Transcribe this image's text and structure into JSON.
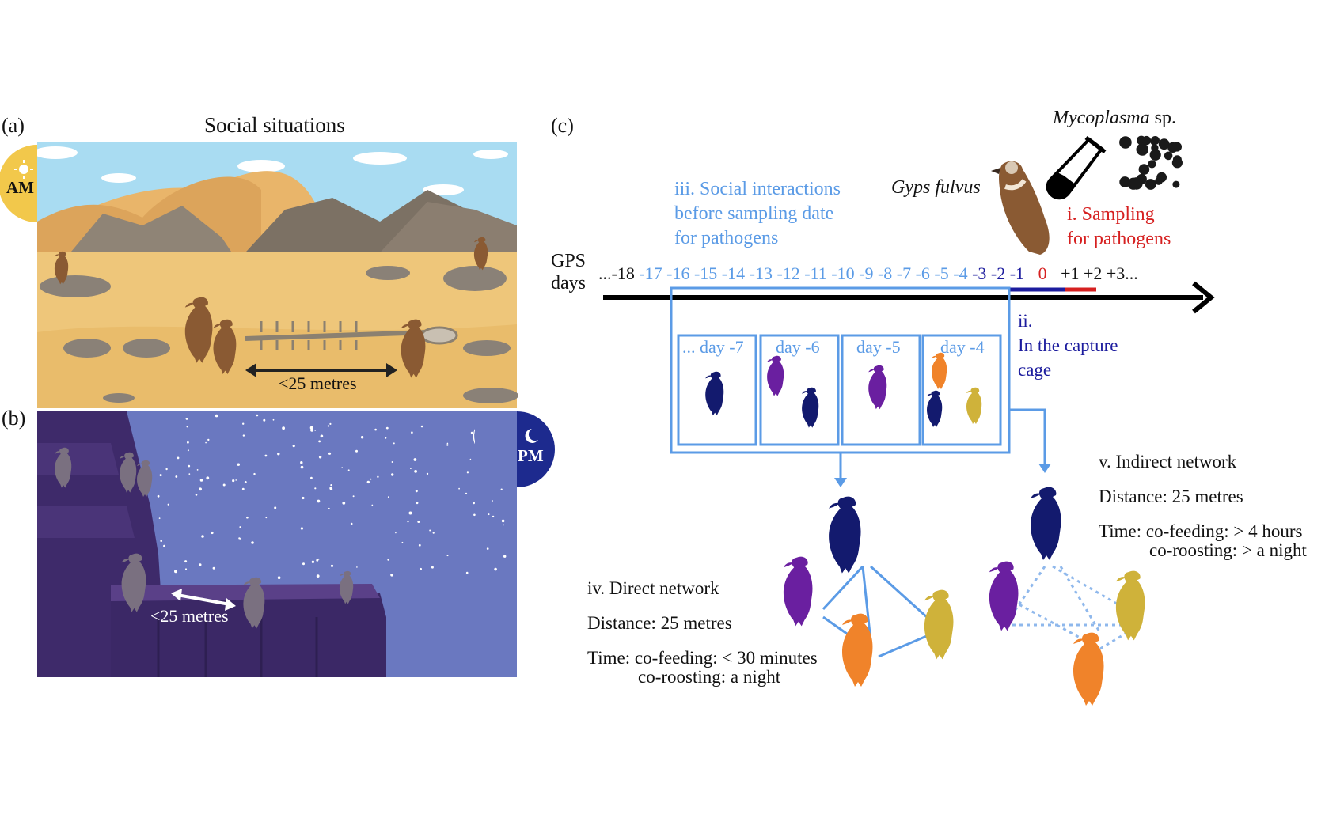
{
  "panel_a": {
    "label": "(a)",
    "title": "Social situations",
    "am_badge": "AM",
    "distance_label": "<25 metres"
  },
  "panel_b": {
    "label": "(b)",
    "pm_badge": "PM",
    "distance_label": "<25 metres"
  },
  "panel_c": {
    "label": "(c)",
    "pathogen_name": "Mycoplasma",
    "pathogen_suffix": " sp.",
    "species_name": "Gyps fulvus",
    "sampling_line1": "i. Sampling",
    "sampling_line2": "for pathogens",
    "social_line1": "iii. Social interactions",
    "social_line2": "before sampling date",
    "social_line3": "for pathogens",
    "gps_line1": "GPS",
    "gps_line2": "days",
    "timeline": {
      "lead": "...-18",
      "light_days": "-17 -16 -15 -14 -13 -12 -11 -10 -9 -8 -7 -6 -5 -4",
      "navy_days": "-3 -2 -1",
      "red_day": "0",
      "tail": "+1 +2 +3..."
    },
    "capture_line1": "ii.",
    "capture_line2": "In the capture",
    "capture_line3": "cage",
    "day_boxes": [
      {
        "label": "... day -7"
      },
      {
        "label": "day -6"
      },
      {
        "label": "day -5"
      },
      {
        "label": "day -4"
      }
    ],
    "direct_network": {
      "title": "iv. Direct network",
      "distance": "Distance: 25 metres",
      "time_line1": "Time: co-feeding: < 30 minutes",
      "time_line2": "co-roosting: a night"
    },
    "indirect_network": {
      "title": "v. Indirect network",
      "distance": "Distance: 25 metres",
      "time_line1": "Time: co-feeding: > 4 hours",
      "time_line2": "co-roosting: > a night"
    }
  },
  "colors": {
    "light_blue": "#5b9be6",
    "navy": "#1c1c9e",
    "red": "#d62020",
    "vulture_navy": "#131a6e",
    "vulture_purple": "#6a1fa0",
    "vulture_orange": "#f0832a",
    "vulture_gold": "#cfb23a",
    "sky_day": "#a9dcf2",
    "sand": "#eec67a",
    "night_sky": "#6a78c0",
    "cliff": "#3e2a6a"
  }
}
